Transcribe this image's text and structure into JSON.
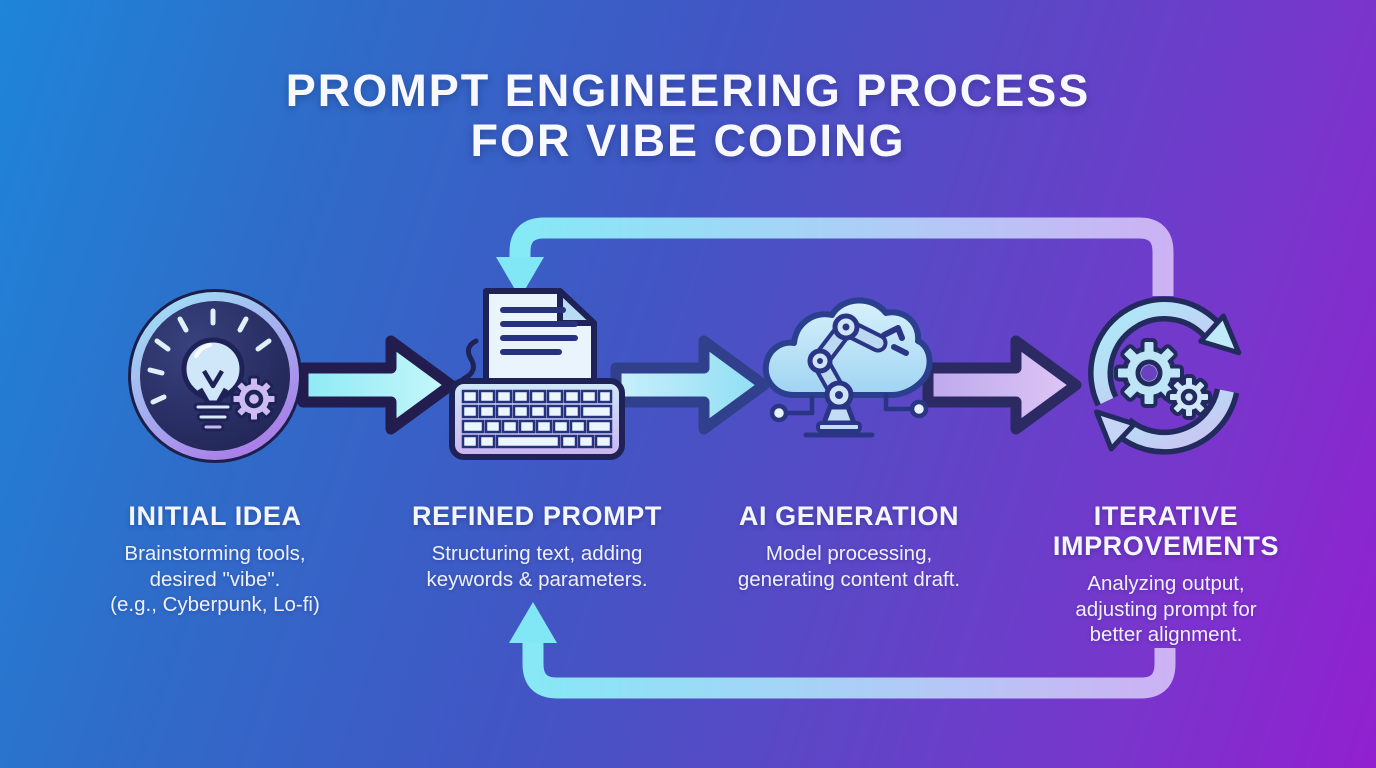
{
  "title": {
    "line1": "PROMPT ENGINEERING PROCESS",
    "line2": "FOR VIBE CODING"
  },
  "stages": [
    {
      "name": "INITIAL IDEA",
      "description": "Brainstorming tools,\ndesired \"vibe\".\n(e.g., Cyberpunk, Lo-fi)",
      "icon": "lightbulb-gear-icon"
    },
    {
      "name": "REFINED PROMPT",
      "description": "Structuring text, adding\nkeywords & parameters.",
      "icon": "document-keyboard-icon"
    },
    {
      "name": "AI GENERATION",
      "description": "Model processing,\ngenerating content draft.",
      "icon": "cloud-robot-arm-icon"
    },
    {
      "name": "ITERATIVE IMPROVEMENTS",
      "description": "Analyzing output,\nadjusting prompt for\nbetter alignment.",
      "icon": "cycle-gears-icon"
    }
  ],
  "flow": {
    "forward_arrows": [
      {
        "from": "INITIAL IDEA",
        "to": "REFINED PROMPT"
      },
      {
        "from": "REFINED PROMPT",
        "to": "AI GENERATION"
      },
      {
        "from": "AI GENERATION",
        "to": "ITERATIVE IMPROVEMENTS"
      }
    ],
    "feedback_arrows": [
      {
        "from": "ITERATIVE IMPROVEMENTS",
        "to": "REFINED PROMPT",
        "route": "top"
      },
      {
        "from": "ITERATIVE IMPROVEMENTS",
        "to": "REFINED PROMPT",
        "route": "bottom"
      }
    ]
  },
  "palette": {
    "background_blue": "#1e85d8",
    "background_purple": "#9220d0",
    "arrow_cyan": "#86e9f4",
    "arrow_lavender": "#c9b2f2",
    "outline_navy": "#221c4f",
    "text_white": "#f4f6ff"
  }
}
